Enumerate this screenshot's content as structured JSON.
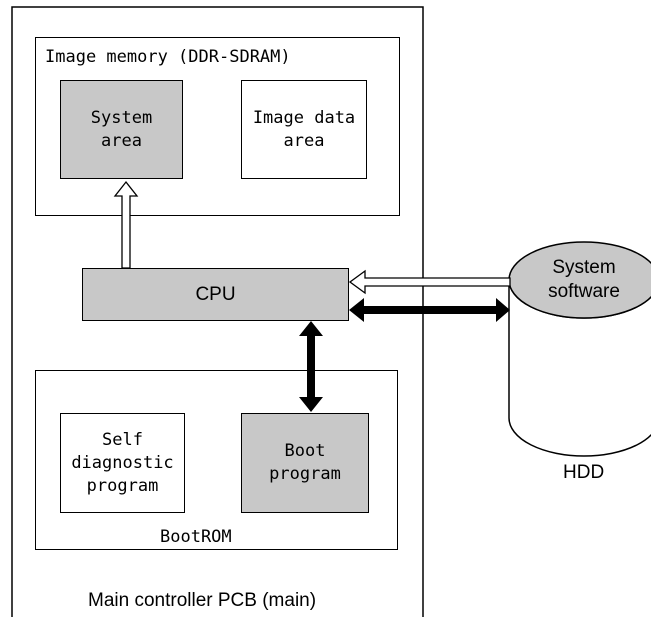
{
  "diagram": {
    "pcb_label": "Main controller PCB (main)",
    "image_memory": {
      "label": "Image memory (DDR-SDRAM)",
      "system_area": "System\narea",
      "image_data_area": "Image data\narea"
    },
    "cpu": {
      "label": "CPU"
    },
    "bootrom": {
      "label": "BootROM",
      "self_diagnostic": "Self\ndiagnostic\nprogram",
      "boot_program": "Boot\nprogram"
    },
    "hdd": {
      "label": "HDD",
      "system_software": "System\nsoftware"
    },
    "colors": {
      "grey_fill": "#c8c8c8",
      "line": "#000000"
    }
  }
}
